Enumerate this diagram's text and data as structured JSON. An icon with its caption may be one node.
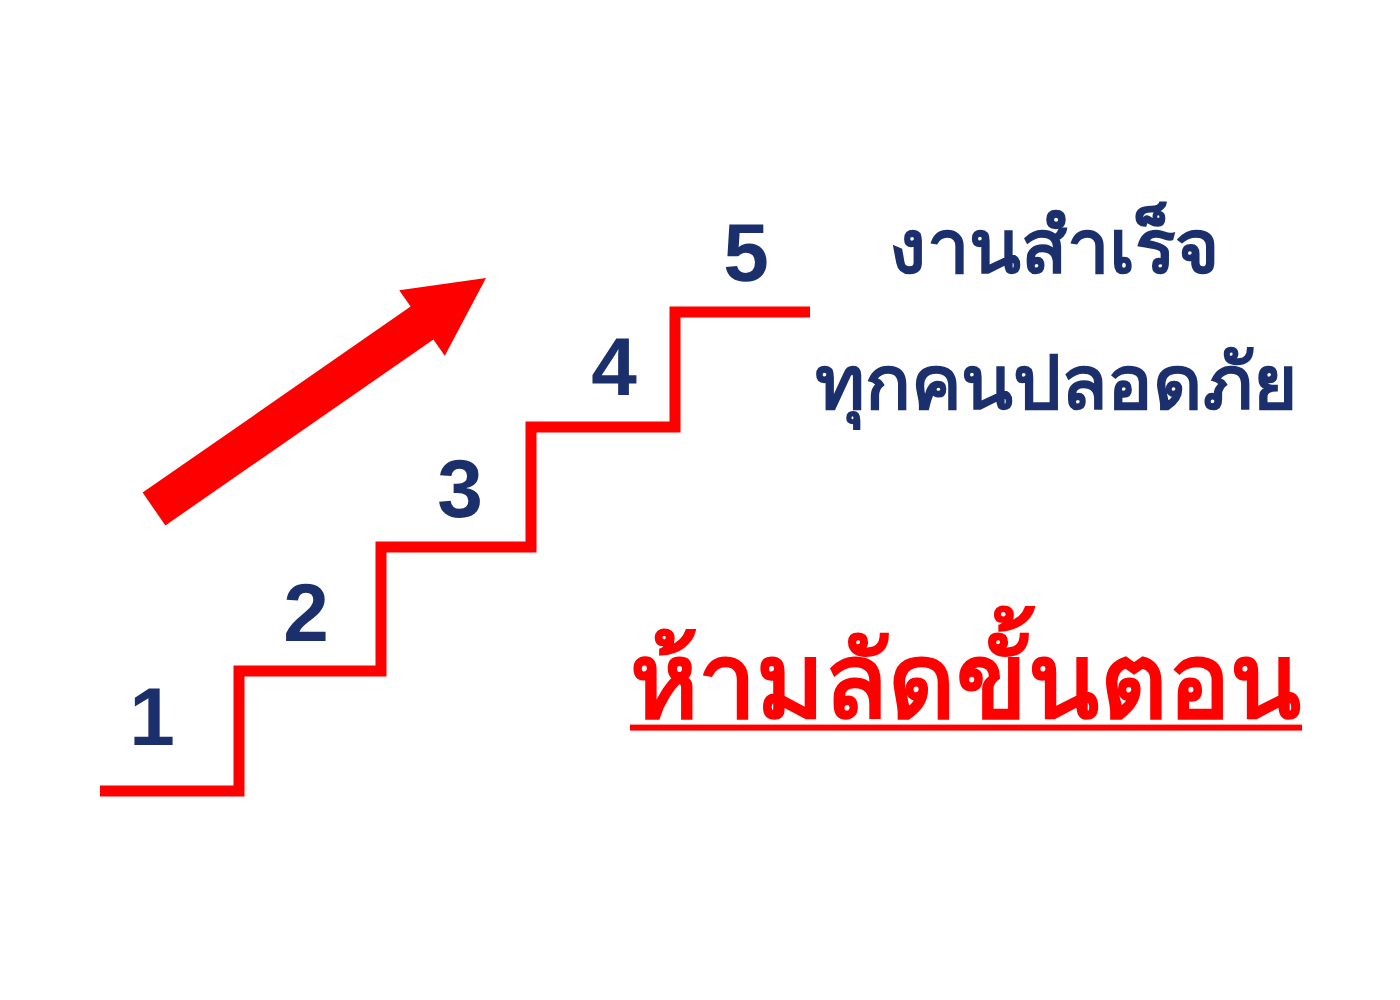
{
  "diagram": {
    "labels": [
      "1",
      "2",
      "3",
      "4",
      "5",
      "งานสำเร็จ",
      "ทุกคนปลอดภัย",
      "ห้ามลัดขั้นตอน"
    ]
  }
}
